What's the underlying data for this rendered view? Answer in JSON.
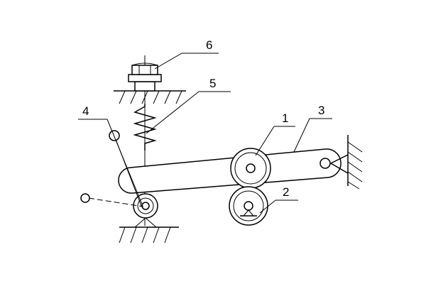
{
  "diagram": {
    "labels": {
      "roller_1": "1",
      "roller_2": "2",
      "lever_3": "3",
      "pivot_4": "4",
      "spring_5": "5",
      "bolt_6": "6"
    }
  }
}
